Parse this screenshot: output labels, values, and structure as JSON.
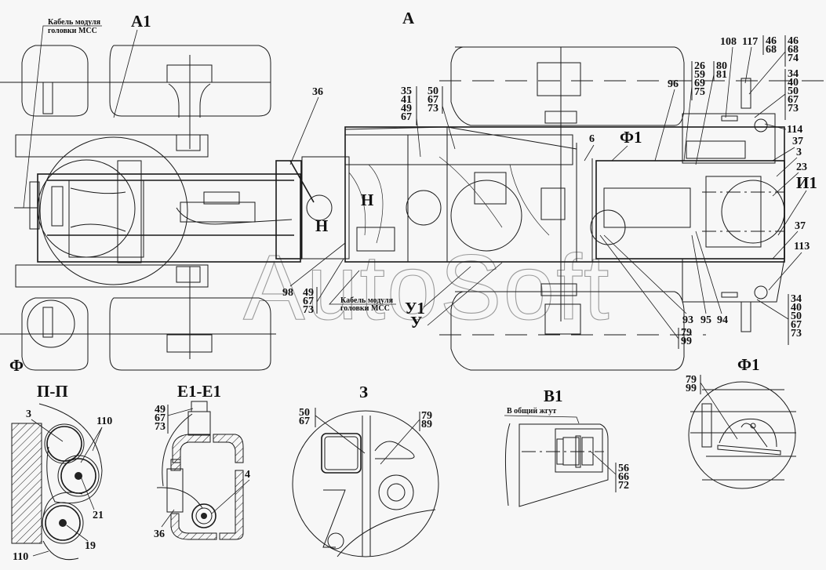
{
  "drawing": {
    "watermark": "AutoSoft",
    "views": {
      "A": "А",
      "A1": "А1",
      "F": "Ф",
      "F1_top": "Ф1",
      "I1": "И1",
      "U": "У",
      "U1": "У1",
      "N": "Н",
      "PP": "П-П",
      "E1E1": "Е1-Е1",
      "Z": "З",
      "V1": "В1",
      "F1_detail": "Ф1"
    },
    "notes": {
      "cable_top_line1": "Кабель модуля",
      "cable_top_line2": "головки МСС",
      "cable_mid_line1": "Кабель модуля",
      "cable_mid_line2": "головки МСС",
      "common_harness": "В общий жгут"
    },
    "callouts": {
      "c36": "36",
      "c35_group": [
        "35",
        "41",
        "49",
        "67"
      ],
      "c50_group": [
        "50",
        "67",
        "73"
      ],
      "c6": "6",
      "c96": "96",
      "c26_group": [
        "26",
        "59",
        "69",
        "75"
      ],
      "c80_group": [
        "80",
        "81"
      ],
      "c108": "108",
      "c117": "117",
      "c46a_group": [
        "46",
        "68"
      ],
      "c46b_group": [
        "46",
        "68",
        "74"
      ],
      "c34a_group": [
        "34",
        "40",
        "50",
        "67",
        "73"
      ],
      "c114": "114",
      "c37a": "37",
      "c3": "3",
      "c23": "23",
      "c37b": "37",
      "c113": "113",
      "c34b_group": [
        "34",
        "40",
        "50",
        "67",
        "73"
      ],
      "c93": "93",
      "c95": "95",
      "c94": "94",
      "c79a_group": [
        "79",
        "99"
      ],
      "c98": "98",
      "c49_group": [
        "49",
        "67",
        "73"
      ],
      "pp_3": "3",
      "pp_110a": "110",
      "pp_21": "21",
      "pp_19": "19",
      "pp_110b": "110",
      "e1_49_group": [
        "49",
        "67",
        "73"
      ],
      "e1_4": "4",
      "e1_36": "36",
      "z_50_group": [
        "50",
        "67"
      ],
      "z_79_group": [
        "79",
        "89"
      ],
      "v1_56_group": [
        "56",
        "66",
        "72"
      ],
      "f1_79_group": [
        "79",
        "99"
      ]
    }
  }
}
